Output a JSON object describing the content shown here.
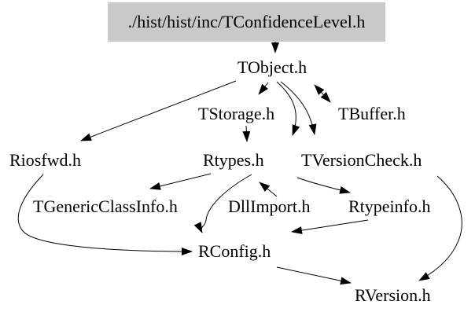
{
  "diagram": {
    "type": "include-dependency-graph",
    "title_node": {
      "label": "./hist/hist/inc/TConfidenceLevel.h",
      "bg_color": "#c9c9c9"
    },
    "nodes": [
      {
        "id": "tobject",
        "label": "TObject.h"
      },
      {
        "id": "tstorage",
        "label": "TStorage.h"
      },
      {
        "id": "tbuffer",
        "label": "TBuffer.h"
      },
      {
        "id": "riosfwd",
        "label": "Riosfwd.h"
      },
      {
        "id": "rtypes",
        "label": "Rtypes.h"
      },
      {
        "id": "tversioncheck",
        "label": "TVersionCheck.h"
      },
      {
        "id": "tgenericclassinfo",
        "label": "TGenericClassInfo.h"
      },
      {
        "id": "dllimport",
        "label": "DllImport.h"
      },
      {
        "id": "rtypeinfo",
        "label": "Rtypeinfo.h"
      },
      {
        "id": "rconfig",
        "label": "RConfig.h"
      },
      {
        "id": "rversion",
        "label": "RVersion.h"
      }
    ],
    "edges": [
      {
        "from": "TConfidenceLevel.h",
        "to": "TObject.h"
      },
      {
        "from": "TObject.h",
        "to": "Riosfwd.h"
      },
      {
        "from": "TObject.h",
        "to": "TStorage.h"
      },
      {
        "from": "TObject.h",
        "to": "TBuffer.h"
      },
      {
        "from": "TBuffer.h",
        "to": "TObject.h"
      },
      {
        "from": "TObject.h",
        "to": "Rtypes.h"
      },
      {
        "from": "TObject.h",
        "to": "TVersionCheck.h"
      },
      {
        "from": "TStorage.h",
        "to": "Rtypes.h"
      },
      {
        "from": "Rtypes.h",
        "to": "TGenericClassInfo.h"
      },
      {
        "from": "DllImport.h",
        "to": "Rtypes.h"
      },
      {
        "from": "Rtypes.h",
        "to": "Rtypeinfo.h"
      },
      {
        "from": "Rtypes.h",
        "to": "RConfig.h"
      },
      {
        "from": "Riosfwd.h",
        "to": "RConfig.h"
      },
      {
        "from": "Rtypeinfo.h",
        "to": "RConfig.h"
      },
      {
        "from": "RConfig.h",
        "to": "RVersion.h"
      },
      {
        "from": "TVersionCheck.h",
        "to": "RVersion.h"
      }
    ],
    "colors": {
      "background": "#ffffff",
      "edge": "#000000",
      "text": "#000000",
      "title_bg": "#c9c9c9"
    }
  }
}
